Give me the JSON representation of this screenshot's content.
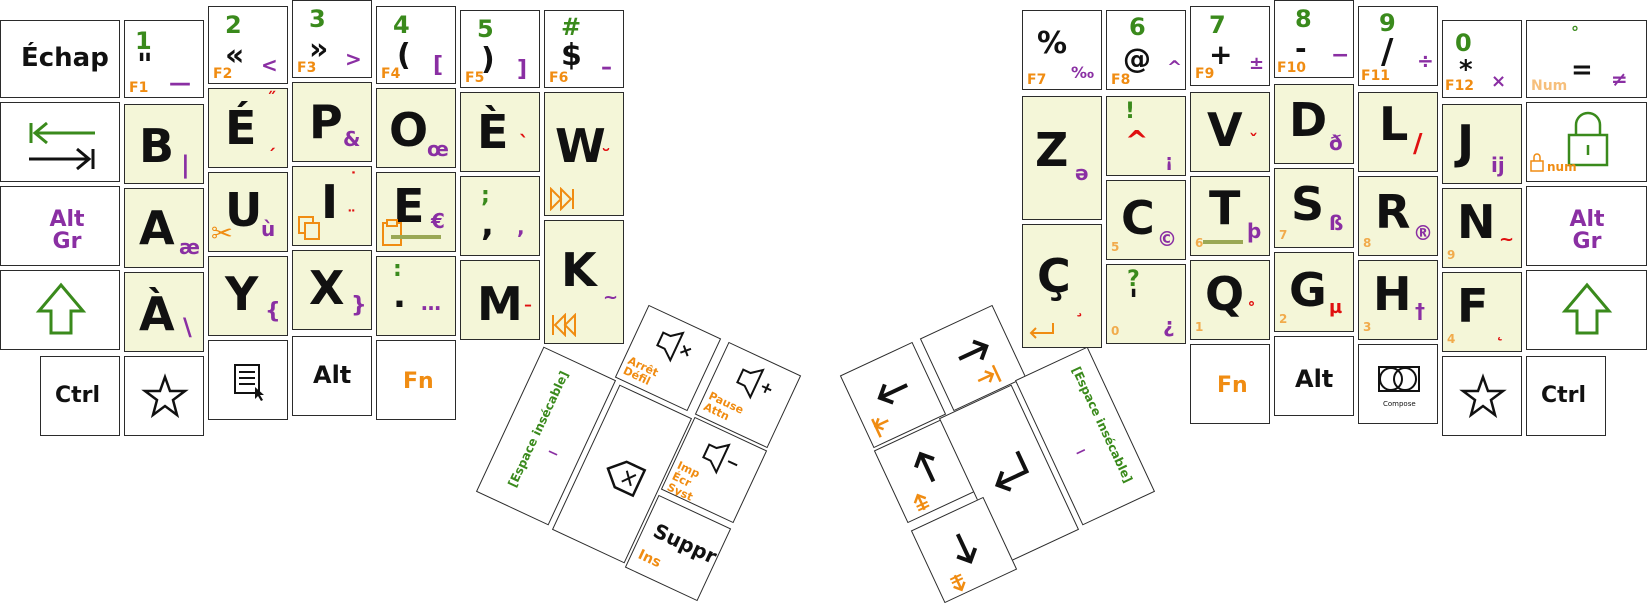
{
  "colors": {
    "key_bg": "#f4f6d8",
    "green": "#3a8a1c",
    "purple": "#8a2fa3",
    "orange": "#f08c12",
    "red": "#e01010",
    "border": "#2b2b2b"
  },
  "left": {
    "echap": "Échap",
    "num_row": [
      {
        "top": "1",
        "main": "\"",
        "alt": "—",
        "fn": "F1"
      },
      {
        "top": "2",
        "main": "«",
        "alt": "<",
        "fn": "F2"
      },
      {
        "top": "3",
        "main": "»",
        "alt": ">",
        "fn": "F3"
      },
      {
        "top": "4",
        "main": "(",
        "alt": "[",
        "fn": "F4"
      },
      {
        "top": "5",
        "main": ")",
        "alt": "]",
        "fn": "F5"
      },
      {
        "top": "#",
        "main": "$",
        "alt": "–",
        "fn": "F6"
      }
    ],
    "row1": [
      {
        "main": "B",
        "alt": "|"
      },
      {
        "main": "É",
        "dead": "˝",
        "dead2": "ˏ"
      },
      {
        "main": "P",
        "alt": "&"
      },
      {
        "main": "O",
        "alt": "œ"
      },
      {
        "main": "È",
        "dead": "`"
      },
      {
        "main": "W",
        "dead": "˘"
      }
    ],
    "row2": [
      {
        "main": "A",
        "alt": "æ"
      },
      {
        "main": "U",
        "alt": "ù"
      },
      {
        "main": "I",
        "dead": "˙",
        "dead2": "¨"
      },
      {
        "main": "E",
        "alt": "€"
      },
      {
        "top": ";",
        "main": ",",
        "alt": ","
      },
      {
        "main": "K",
        "dead": "~"
      }
    ],
    "row3": [
      {
        "main": "À",
        "alt": "\\"
      },
      {
        "main": "Y",
        "alt": "{"
      },
      {
        "main": "X",
        "alt": "}"
      },
      {
        "top": ":",
        "main": ".",
        "alt": "…"
      },
      {
        "main": "M",
        "dead": "¯"
      }
    ],
    "altgr": "Alt Gr",
    "ctrl": "Ctrl",
    "alt": "Alt",
    "fn": "Fn"
  },
  "right": {
    "num_row": [
      {
        "top": "",
        "main": "%",
        "alt": "‰",
        "fn": "F7"
      },
      {
        "top": "6",
        "main": "@",
        "alt": "^",
        "fn": "F8"
      },
      {
        "top": "7",
        "main": "+",
        "alt": "±",
        "fn": "F9"
      },
      {
        "top": "8",
        "main": "-",
        "alt": "−",
        "fn": "F10"
      },
      {
        "top": "9",
        "main": "/",
        "alt": "÷",
        "fn": "F11"
      },
      {
        "top": "0",
        "main": "*",
        "alt": "×",
        "fn": "F12"
      },
      {
        "top": "°",
        "main": "=",
        "alt": "≠",
        "fn": "Num"
      }
    ],
    "row1": [
      {
        "main": "Z",
        "alt": "ə"
      },
      {
        "top": "!",
        "main": "^",
        "alt": "¡"
      },
      {
        "main": "V",
        "dead": "ˇ"
      },
      {
        "main": "D",
        "alt": "ð"
      },
      {
        "main": "L",
        "dead": "/"
      },
      {
        "main": "J",
        "alt": "ĳ"
      }
    ],
    "row2": [
      {
        "main": "C",
        "alt": "©",
        "num": "5"
      },
      {
        "main": "T",
        "alt": "þ",
        "num": "6"
      },
      {
        "main": "S",
        "alt": "ß",
        "num": "7"
      },
      {
        "main": "R",
        "alt": "®",
        "num": "8"
      },
      {
        "main": "N",
        "dead": "~",
        "num": "9"
      }
    ],
    "row3": [
      {
        "main": "Ç",
        "dead": "¸"
      },
      {
        "top": "?",
        "main": "'",
        "alt": "¿",
        "num": "0"
      },
      {
        "main": "Q",
        "dead": "˚",
        "num": "1"
      },
      {
        "main": "G",
        "alt": "µ",
        "num": "2"
      },
      {
        "main": "H",
        "alt": "†",
        "num": "3"
      },
      {
        "main": "F",
        "dead": "˛",
        "num": "4"
      }
    ],
    "numlock": "num",
    "altgr": "Alt Gr",
    "ctrl": "Ctrl",
    "alt": "Alt",
    "fn": "Fn",
    "compose": "Compose"
  },
  "thumb_left": {
    "space_label": "[Espace insécable]",
    "space_alt": "_",
    "mute_fn": "Arrêt Défil",
    "volup_fn": "Pause Attn",
    "voldown_fn": "Imp Écr Syst",
    "suppr": "Suppr",
    "ins": "Ins"
  },
  "thumb_right": {
    "space_label": "[Espace insécable]",
    "space_alt": "_"
  }
}
